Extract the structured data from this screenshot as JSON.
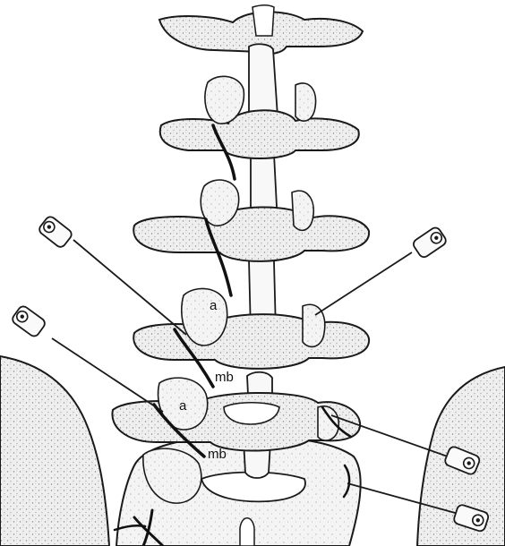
{
  "figure": {
    "labels": {
      "a_upper": "a",
      "mb_upper": "mb",
      "a_lower": "a",
      "mb_lower": "mb"
    },
    "colors": {
      "ink": "#1a1a1a",
      "bone_fill": "#ececec",
      "stipple": "#8a8a8a",
      "background": "#ffffff"
    },
    "instruments": [
      "needle-electrode",
      "needle-electrode",
      "needle-electrode",
      "needle-electrode",
      "needle-electrode"
    ]
  }
}
